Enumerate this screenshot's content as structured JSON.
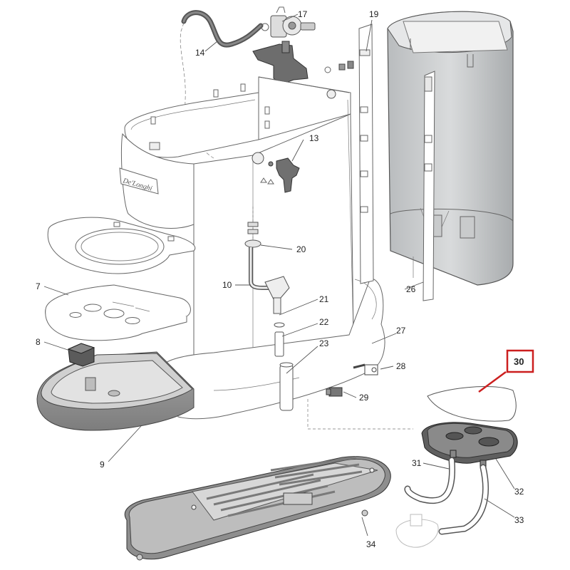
{
  "brand": "De'Longhi",
  "highlight": {
    "part": "30",
    "color": "#cc1f1f"
  },
  "colors": {
    "plastic_body": "#ffffff",
    "dark_parts": "#666666",
    "tank_fill": "#c8cbcd",
    "tray_fill": "#9a9a9a",
    "line": "#555555"
  },
  "parts": [
    {
      "id": "p7",
      "label": "7"
    },
    {
      "id": "p8",
      "label": "8"
    },
    {
      "id": "p9",
      "label": "9"
    },
    {
      "id": "p10",
      "label": "10"
    },
    {
      "id": "p13",
      "label": "13"
    },
    {
      "id": "p14",
      "label": "14"
    },
    {
      "id": "p17",
      "label": "17"
    },
    {
      "id": "p19",
      "label": "19"
    },
    {
      "id": "p20",
      "label": "20"
    },
    {
      "id": "p21",
      "label": "21"
    },
    {
      "id": "p22",
      "label": "22"
    },
    {
      "id": "p23",
      "label": "23"
    },
    {
      "id": "p26",
      "label": "26"
    },
    {
      "id": "p27",
      "label": "27"
    },
    {
      "id": "p28",
      "label": "28"
    },
    {
      "id": "p29",
      "label": "29"
    },
    {
      "id": "p30",
      "label": "30"
    },
    {
      "id": "p31",
      "label": "31"
    },
    {
      "id": "p32",
      "label": "32"
    },
    {
      "id": "p33",
      "label": "33"
    },
    {
      "id": "p34",
      "label": "34"
    }
  ]
}
